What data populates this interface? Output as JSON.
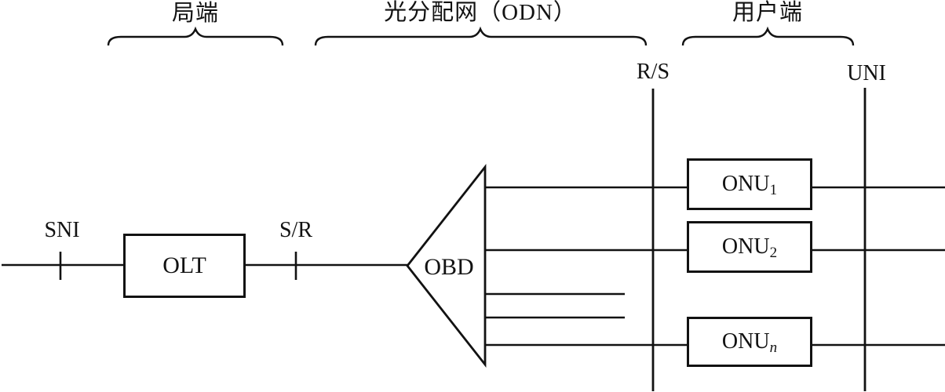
{
  "colors": {
    "ink": "#121212",
    "background": "#ffffff"
  },
  "sections": {
    "central_office": "局端",
    "odn": "光分配网（ODN）",
    "user_side": "用户端"
  },
  "interfaces": {
    "sni": "SNI",
    "s_r": "S/R",
    "r_s": "R/S",
    "uni": "UNI"
  },
  "nodes": {
    "olt": "OLT",
    "obd": "OBD",
    "onu_list": [
      {
        "base": "ONU",
        "sub": "1"
      },
      {
        "base": "ONU",
        "sub": "2"
      },
      {
        "base": "ONU",
        "sub": "n"
      }
    ]
  }
}
